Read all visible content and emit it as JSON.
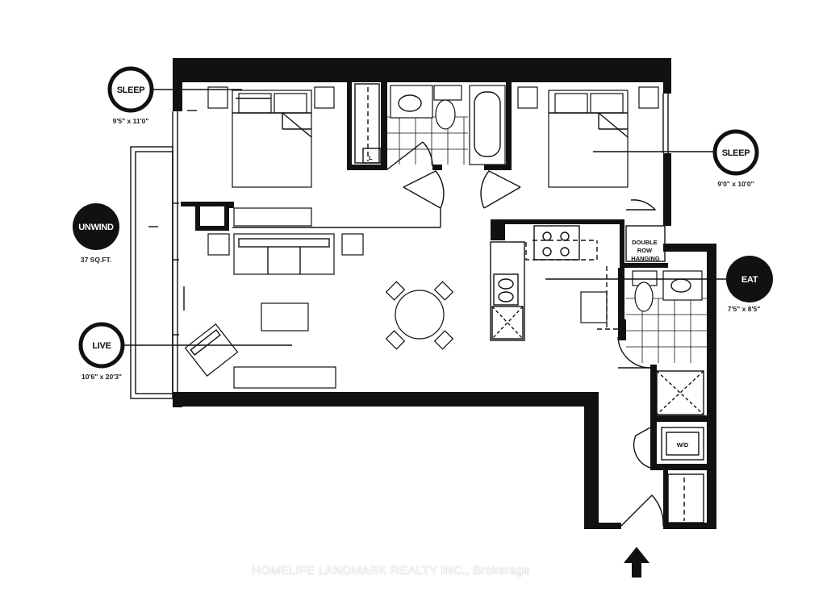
{
  "rooms": {
    "sleep1": {
      "label": "SLEEP",
      "dims": "9'5\" x 11'0\""
    },
    "sleep2": {
      "label": "SLEEP",
      "dims": "9'0\" x 10'0\""
    },
    "unwind": {
      "label": "UNWIND",
      "dims": "37 SQ.FT."
    },
    "live": {
      "label": "LIVE",
      "dims": "10'6\" x 20'3\""
    },
    "eat": {
      "label": "EAT",
      "dims": "7'5\" x 8'5\""
    }
  },
  "fixtures": {
    "closet": "DOUBLE\nROW\nHANGING",
    "closet_lines": [
      "DOUBLE",
      "ROW",
      "HANGING"
    ],
    "linen": "L",
    "washer_dryer": "W/D"
  },
  "watermark": "HOMELIFE LANDMARK REALTY INC., Brokerage",
  "colors": {
    "wall": "#111111",
    "badge_dark": "#111111",
    "badge_light": "#ffffff"
  },
  "icons": {
    "entry": "arrow-up-icon"
  }
}
